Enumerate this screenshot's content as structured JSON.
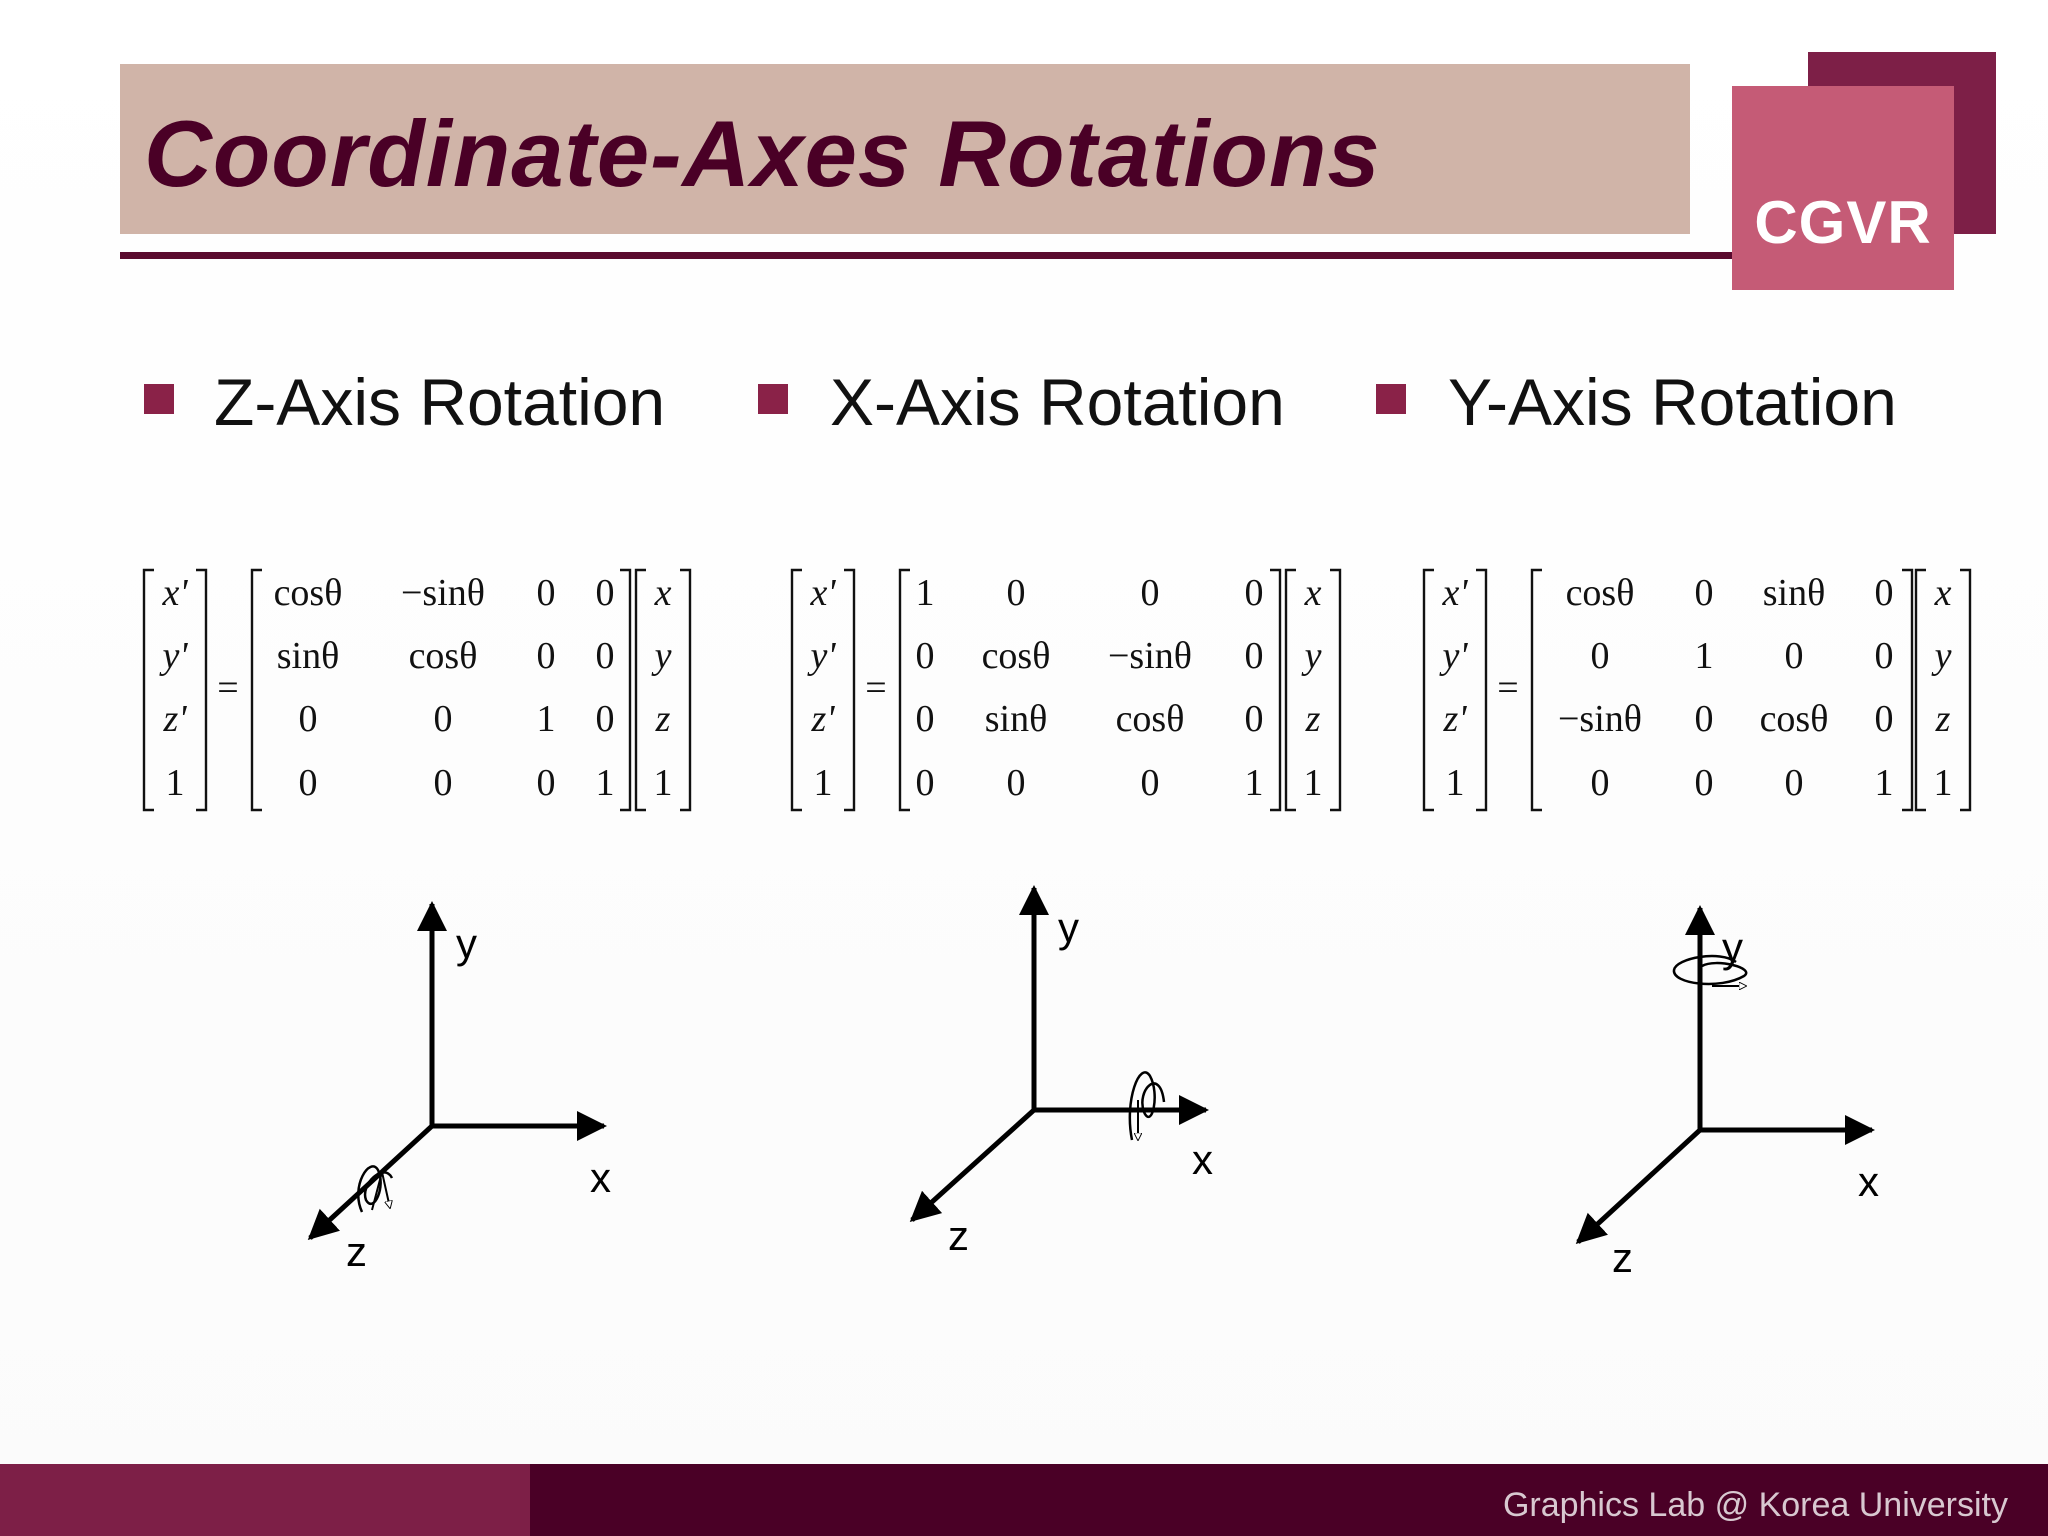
{
  "title": "Coordinate-Axes Rotations",
  "logo_text": "CGVR",
  "footer_text": "Graphics Lab @ Korea University",
  "colors": {
    "title_bar": "#d0b4a8",
    "title_text": "#4a0026",
    "accent": "#8a2248",
    "logo_front": "#c55b76",
    "logo_back": "#7d1f47",
    "footer_dark": "#4a0026",
    "footer_light": "#7d1f47"
  },
  "sections": [
    {
      "label": "Z-Axis Rotation",
      "lhs": [
        "x'",
        "y'",
        "z'",
        "1"
      ],
      "rows": [
        [
          "cosθ",
          "−sinθ",
          "0",
          "0"
        ],
        [
          "sinθ",
          "cosθ",
          "0",
          "0"
        ],
        [
          "0",
          "0",
          "1",
          "0"
        ],
        [
          "0",
          "0",
          "0",
          "1"
        ]
      ],
      "rhs": [
        "x",
        "y",
        "z",
        "1"
      ],
      "axis_labels": {
        "y": "y",
        "x": "x",
        "z": "z"
      }
    },
    {
      "label": "X-Axis Rotation",
      "lhs": [
        "x'",
        "y'",
        "z'",
        "1"
      ],
      "rows": [
        [
          "1",
          "0",
          "0",
          "0"
        ],
        [
          "0",
          "cosθ",
          "−sinθ",
          "0"
        ],
        [
          "0",
          "sinθ",
          "cosθ",
          "0"
        ],
        [
          "0",
          "0",
          "0",
          "1"
        ]
      ],
      "rhs": [
        "x",
        "y",
        "z",
        "1"
      ],
      "axis_labels": {
        "y": "y",
        "x": "x",
        "z": "z"
      }
    },
    {
      "label": "Y-Axis Rotation",
      "lhs": [
        "x'",
        "y'",
        "z'",
        "1"
      ],
      "rows": [
        [
          "cosθ",
          "0",
          "sinθ",
          "0"
        ],
        [
          "0",
          "1",
          "0",
          "0"
        ],
        [
          "−sinθ",
          "0",
          "cosθ",
          "0"
        ],
        [
          "0",
          "0",
          "0",
          "1"
        ]
      ],
      "rhs": [
        "x",
        "y",
        "z",
        "1"
      ],
      "axis_labels": {
        "y": "y",
        "x": "x",
        "z": "z"
      }
    }
  ],
  "equals_sign": "="
}
